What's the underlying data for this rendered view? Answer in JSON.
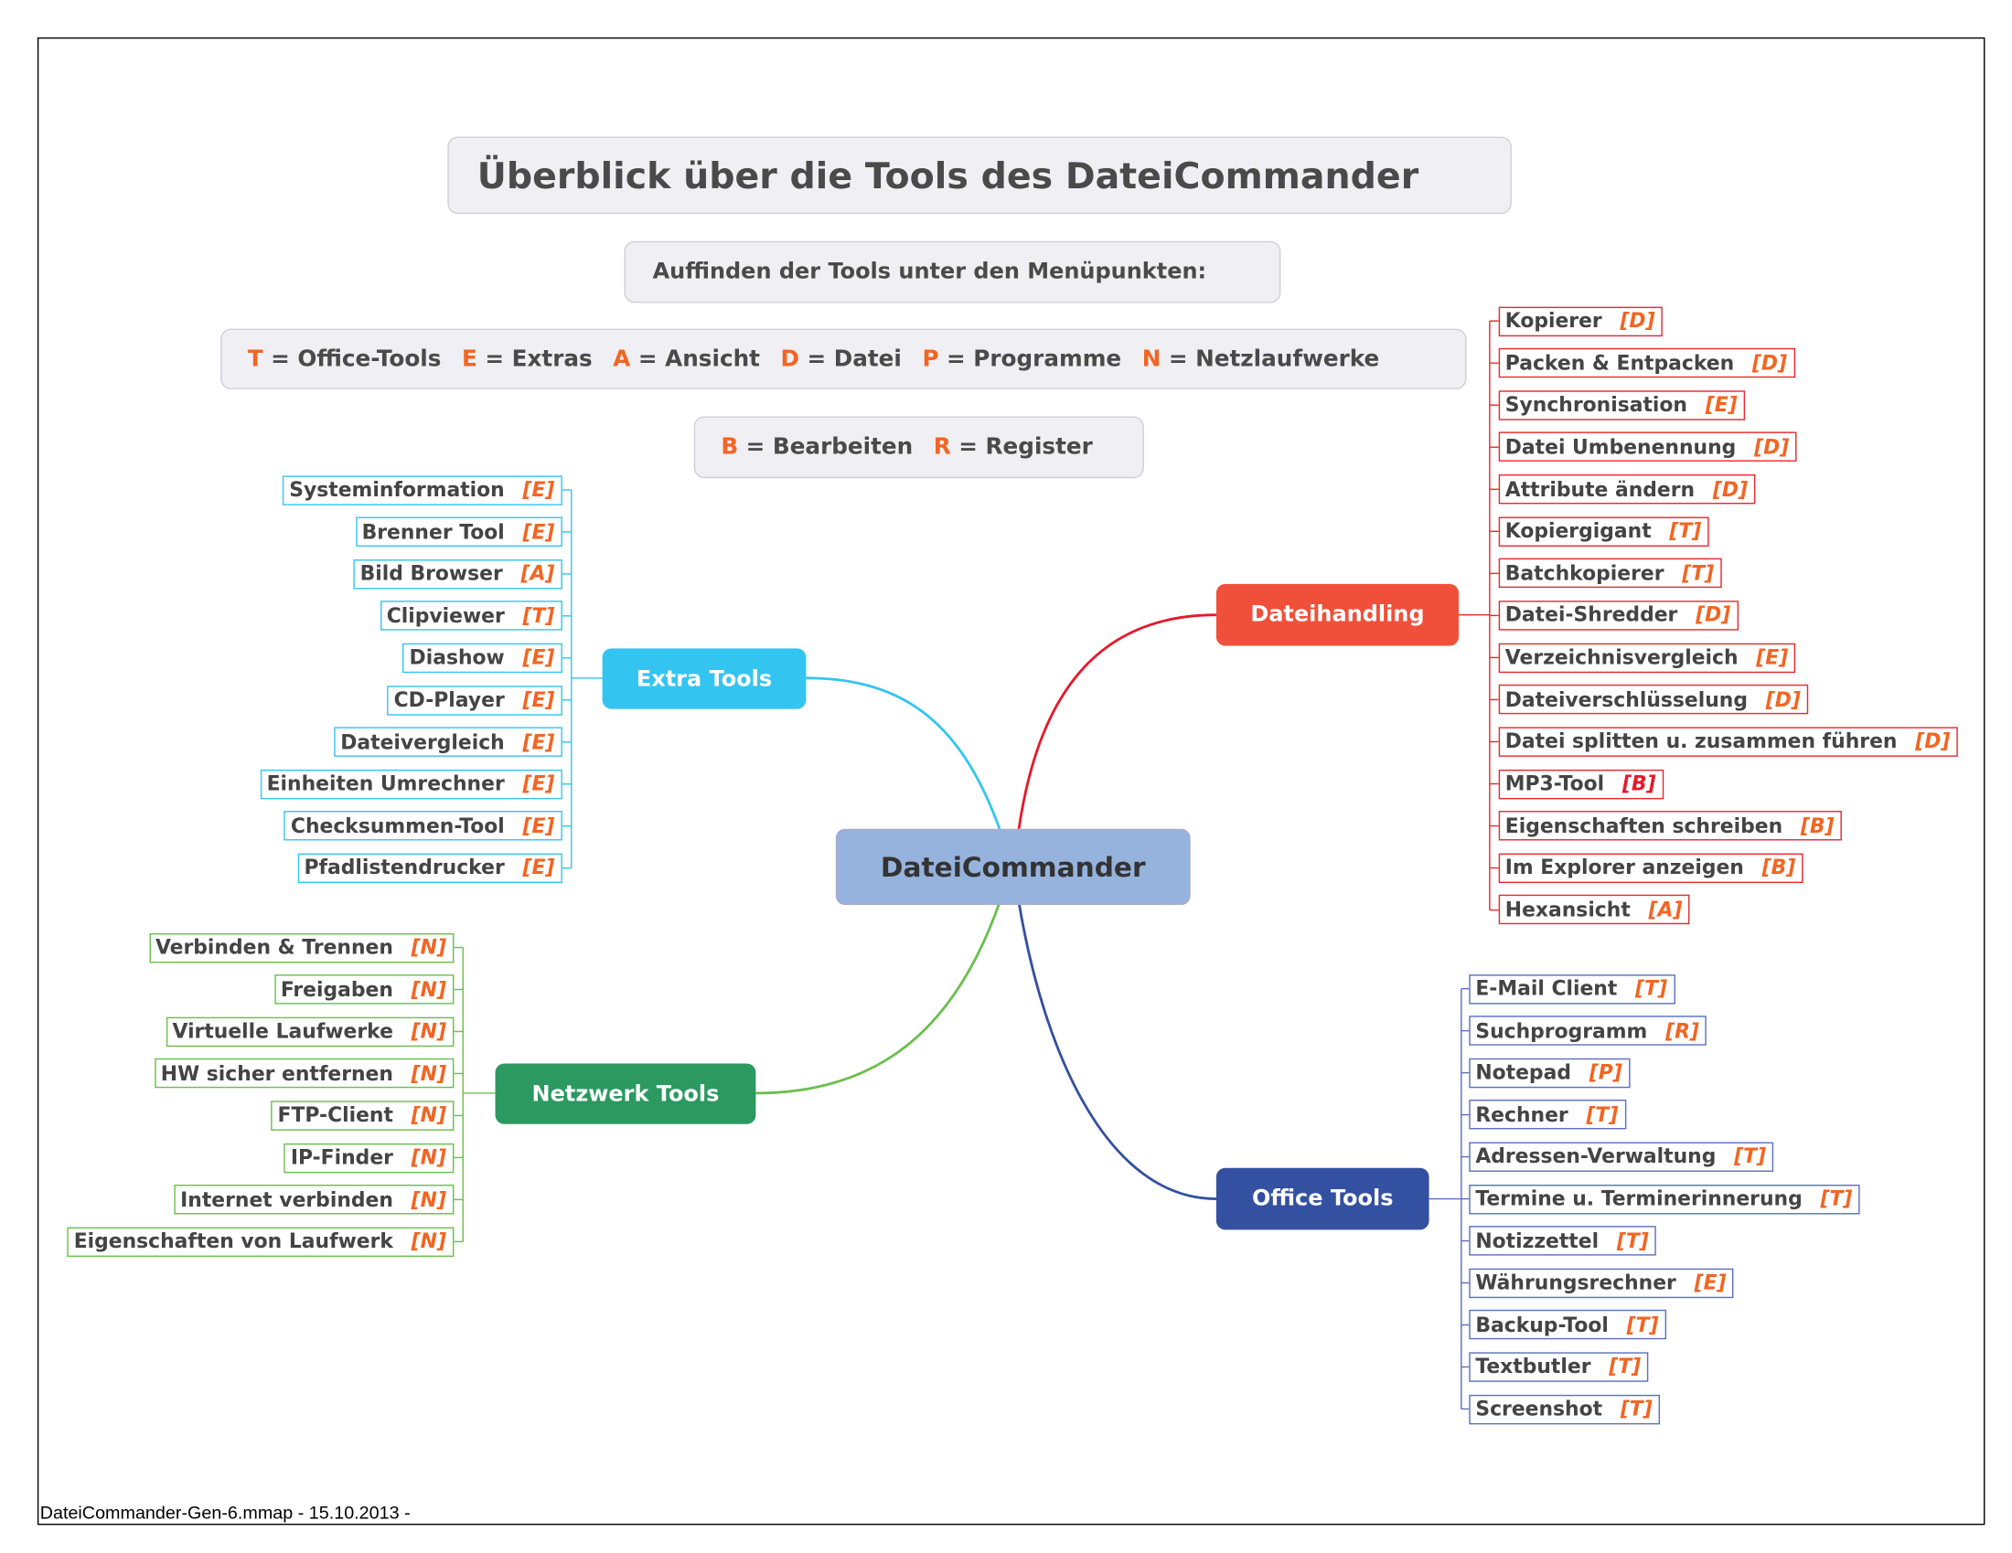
{
  "title": "Überblick über die Tools des DateiCommander",
  "subtitle": "Auffinden der Tools unter den Menüpunkten:",
  "legend": [
    {
      "key": "T",
      "label": "= Office-Tools"
    },
    {
      "key": "E",
      "label": "= Extras"
    },
    {
      "key": "A",
      "label": "= Ansicht"
    },
    {
      "key": "D",
      "label": "= Datei"
    },
    {
      "key": "P",
      "label": "= Programme"
    },
    {
      "key": "N",
      "label": "=  Netzlaufwerke"
    }
  ],
  "legend2": [
    {
      "key": "B",
      "label": "= Bearbeiten"
    },
    {
      "key": "R",
      "label": "= Register"
    }
  ],
  "center": "DateiCommander",
  "colors": {
    "tag": "#f26522",
    "tag_alt": "#e8182a",
    "red": "#f0503a",
    "cyan": "#33c5f0",
    "green": "#2b9960",
    "blue": "#3450a0",
    "center": "#95b3dd"
  },
  "branches": {
    "dateihandling": {
      "label": "Dateihandling",
      "items": [
        {
          "name": "Kopierer",
          "tag": "[D]"
        },
        {
          "name": "Packen & Entpacken",
          "tag": "[D]"
        },
        {
          "name": "Synchronisation",
          "tag": "[E]"
        },
        {
          "name": "Datei Umbenennung",
          "tag": "[D]"
        },
        {
          "name": "Attribute ändern",
          "tag": "[D]"
        },
        {
          "name": "Kopiergigant",
          "tag": "[T]"
        },
        {
          "name": "Batchkopierer",
          "tag": "[T]"
        },
        {
          "name": "Datei-Shredder",
          "tag": "[D]"
        },
        {
          "name": "Verzeichnisvergleich",
          "tag": "[E]"
        },
        {
          "name": "Dateiverschlüsselung",
          "tag": "[D]"
        },
        {
          "name": "Datei splitten u. zusammen führen",
          "tag": "[D]"
        },
        {
          "name": "MP3-Tool",
          "tag": "[B]",
          "alt": true
        },
        {
          "name": "Eigenschaften schreiben",
          "tag": "[B]"
        },
        {
          "name": "Im Explorer anzeigen",
          "tag": "[B]"
        },
        {
          "name": "Hexansicht",
          "tag": "[A]"
        }
      ]
    },
    "extra": {
      "label": "Extra Tools",
      "items": [
        {
          "name": "Systeminformation",
          "tag": "[E]"
        },
        {
          "name": "Brenner Tool",
          "tag": "[E]"
        },
        {
          "name": "Bild Browser",
          "tag": "[A]"
        },
        {
          "name": "Clipviewer",
          "tag": "[T]"
        },
        {
          "name": "Diashow",
          "tag": "[E]"
        },
        {
          "name": "CD-Player",
          "tag": "[E]"
        },
        {
          "name": "Dateivergleich",
          "tag": "[E]"
        },
        {
          "name": "Einheiten Umrechner",
          "tag": "[E]"
        },
        {
          "name": "Checksummen-Tool",
          "tag": "[E]"
        },
        {
          "name": "Pfadlistendrucker",
          "tag": "[E]"
        }
      ]
    },
    "netzwerk": {
      "label": "Netzwerk Tools",
      "items": [
        {
          "name": "Verbinden & Trennen",
          "tag": "[N]"
        },
        {
          "name": "Freigaben",
          "tag": "[N]"
        },
        {
          "name": "Virtuelle Laufwerke",
          "tag": "[N]"
        },
        {
          "name": "HW sicher entfernen",
          "tag": "[N]"
        },
        {
          "name": "FTP-Client",
          "tag": "[N]"
        },
        {
          "name": "IP-Finder",
          "tag": "[N]"
        },
        {
          "name": "Internet verbinden",
          "tag": "[N]"
        },
        {
          "name": "Eigenschaften von Laufwerk",
          "tag": "[N]"
        }
      ]
    },
    "office": {
      "label": "Office Tools",
      "items": [
        {
          "name": "E-Mail Client",
          "tag": "[T]"
        },
        {
          "name": "Suchprogramm",
          "tag": "[R]"
        },
        {
          "name": "Notepad",
          "tag": "[P]"
        },
        {
          "name": "Rechner",
          "tag": "[T]"
        },
        {
          "name": "Adressen-Verwaltung",
          "tag": "[T]"
        },
        {
          "name": "Termine u. Terminerinnerung",
          "tag": "[T]"
        },
        {
          "name": "Notizzettel",
          "tag": "[T]"
        },
        {
          "name": "Währungsrechner",
          "tag": "[E]"
        },
        {
          "name": "Backup-Tool",
          "tag": "[T]"
        },
        {
          "name": "Textbutler",
          "tag": "[T]"
        },
        {
          "name": "Screenshot",
          "tag": "[T]"
        }
      ]
    }
  },
  "footer": "DateiCommander-Gen-6.mmap - 15.10.2013 -"
}
